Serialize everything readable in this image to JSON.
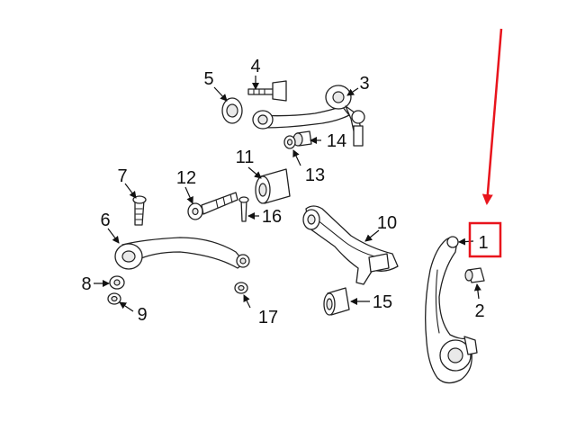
{
  "colors": {
    "highlight": "#e8141c",
    "line": "#222222",
    "background": "#ffffff"
  },
  "callouts": [
    {
      "id": "1",
      "label": "1"
    },
    {
      "id": "2",
      "label": "2"
    },
    {
      "id": "3",
      "label": "3"
    },
    {
      "id": "4",
      "label": "4"
    },
    {
      "id": "5",
      "label": "5"
    },
    {
      "id": "6",
      "label": "6"
    },
    {
      "id": "7",
      "label": "7"
    },
    {
      "id": "8",
      "label": "8"
    },
    {
      "id": "9",
      "label": "9"
    },
    {
      "id": "10",
      "label": "10"
    },
    {
      "id": "11",
      "label": "11"
    },
    {
      "id": "12",
      "label": "12"
    },
    {
      "id": "13",
      "label": "13"
    },
    {
      "id": "14",
      "label": "14"
    },
    {
      "id": "15",
      "label": "15"
    },
    {
      "id": "16",
      "label": "16"
    },
    {
      "id": "17",
      "label": "17"
    }
  ],
  "highlighted_part": "1"
}
